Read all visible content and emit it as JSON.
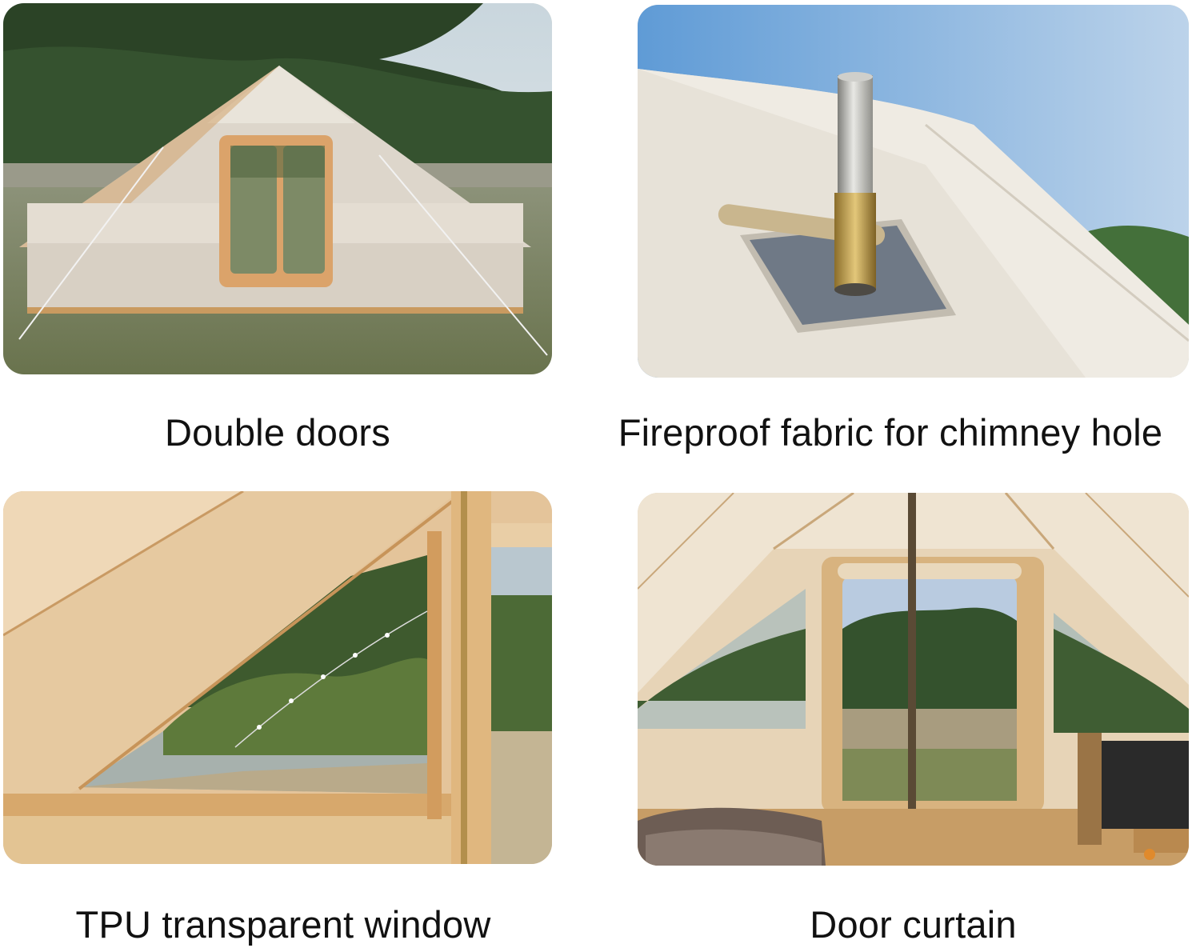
{
  "panels": [
    {
      "caption": "Double doors"
    },
    {
      "caption": "Fireproof fabric for chimney hole"
    },
    {
      "caption": "TPU transparent window"
    },
    {
      "caption": "Door curtain"
    }
  ],
  "colors": {
    "canvas": "#e9e3d6",
    "canvas_shadow": "#c9c0ae",
    "trim": "#d9a56a",
    "sky": "#a9c6e6",
    "forest": "#2f4a2c",
    "grass": "#6f7d52",
    "caption_text": "#111111"
  }
}
